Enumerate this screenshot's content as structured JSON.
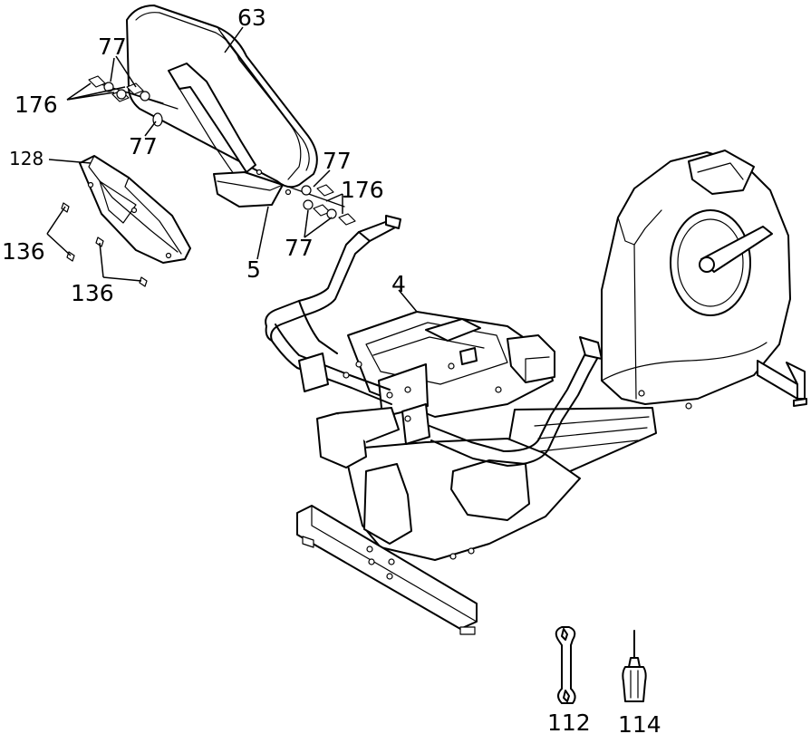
{
  "callouts": {
    "seat_back": "63",
    "washer_top": "77",
    "bolt_left": "176",
    "washer_left_lower": "77",
    "cover": "128",
    "screw_a": "136",
    "screw_b": "136",
    "seat_bracket": "5",
    "washer_right": "77",
    "bolt_right": "176",
    "washer_right_lower": "77",
    "seat_frame": "4",
    "wrench": "112",
    "screwdriver": "114"
  },
  "parts": {
    "seat_back": "seat-back",
    "cover": "rear-cover",
    "frame": "main-frame",
    "wrench": "wrench-icon",
    "screwdriver": "screwdriver-icon"
  }
}
